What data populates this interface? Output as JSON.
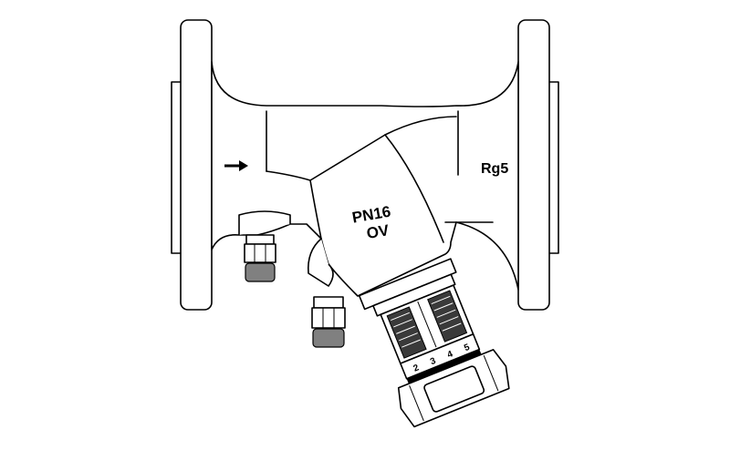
{
  "diagram": {
    "type": "technical-drawing",
    "subject": "flanged oblique-seat balancing valve",
    "labels": {
      "pressure_rating": "PN16",
      "valve_code": "OV",
      "body_material": "Rg5"
    },
    "flow_direction": "left-to-right",
    "handwheel_scale_digits": [
      "2",
      "3",
      "4",
      "5"
    ],
    "colors": {
      "line": "#000000",
      "fill": "#ffffff",
      "knurl": "#808080",
      "scale": "#3a3a3a"
    }
  }
}
